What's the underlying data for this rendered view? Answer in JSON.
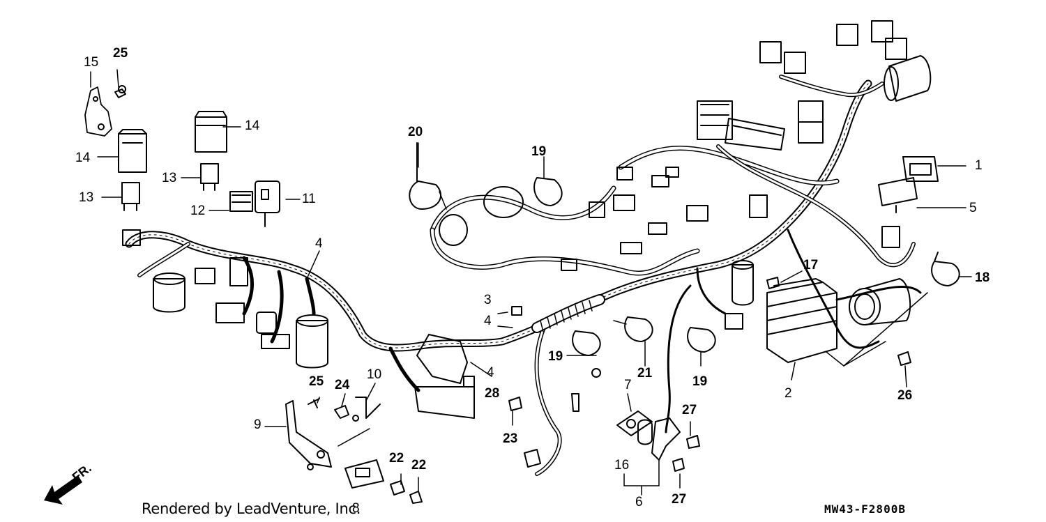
{
  "diagram": {
    "credit": "Rendered by LeadVenture, Inc.",
    "code": "MW43-F2800B",
    "direction": "FR.",
    "callouts": [
      {
        "id": "c1",
        "text": "1",
        "bold": false
      },
      {
        "id": "c2",
        "text": "2",
        "bold": false
      },
      {
        "id": "c3",
        "text": "3",
        "bold": false
      },
      {
        "id": "c4a",
        "text": "4",
        "bold": false
      },
      {
        "id": "c4b",
        "text": "4",
        "bold": false
      },
      {
        "id": "c4c",
        "text": "4",
        "bold": false
      },
      {
        "id": "c5",
        "text": "5",
        "bold": false
      },
      {
        "id": "c6",
        "text": "6",
        "bold": false
      },
      {
        "id": "c7",
        "text": "7",
        "bold": false
      },
      {
        "id": "c8",
        "text": "8",
        "bold": false
      },
      {
        "id": "c9",
        "text": "9",
        "bold": false
      },
      {
        "id": "c10",
        "text": "10",
        "bold": false
      },
      {
        "id": "c11",
        "text": "11",
        "bold": false
      },
      {
        "id": "c12",
        "text": "12",
        "bold": false
      },
      {
        "id": "c13a",
        "text": "13",
        "bold": false
      },
      {
        "id": "c13b",
        "text": "13",
        "bold": false
      },
      {
        "id": "c14a",
        "text": "14",
        "bold": false
      },
      {
        "id": "c14b",
        "text": "14",
        "bold": false
      },
      {
        "id": "c15",
        "text": "15",
        "bold": false
      },
      {
        "id": "c16",
        "text": "16",
        "bold": false
      },
      {
        "id": "c17",
        "text": "17",
        "bold": true
      },
      {
        "id": "c18",
        "text": "18",
        "bold": true
      },
      {
        "id": "c19a",
        "text": "19",
        "bold": true
      },
      {
        "id": "c19b",
        "text": "19",
        "bold": true
      },
      {
        "id": "c19c",
        "text": "19",
        "bold": true
      },
      {
        "id": "c20",
        "text": "20",
        "bold": true
      },
      {
        "id": "c21",
        "text": "21",
        "bold": true
      },
      {
        "id": "c22a",
        "text": "22",
        "bold": true
      },
      {
        "id": "c22b",
        "text": "22",
        "bold": true
      },
      {
        "id": "c23",
        "text": "23",
        "bold": true
      },
      {
        "id": "c24",
        "text": "24",
        "bold": true
      },
      {
        "id": "c25a",
        "text": "25",
        "bold": true
      },
      {
        "id": "c25b",
        "text": "25",
        "bold": true
      },
      {
        "id": "c26",
        "text": "26",
        "bold": true
      },
      {
        "id": "c27a",
        "text": "27",
        "bold": true
      },
      {
        "id": "c27b",
        "text": "27",
        "bold": true
      },
      {
        "id": "c28",
        "text": "28",
        "bold": true
      }
    ]
  }
}
